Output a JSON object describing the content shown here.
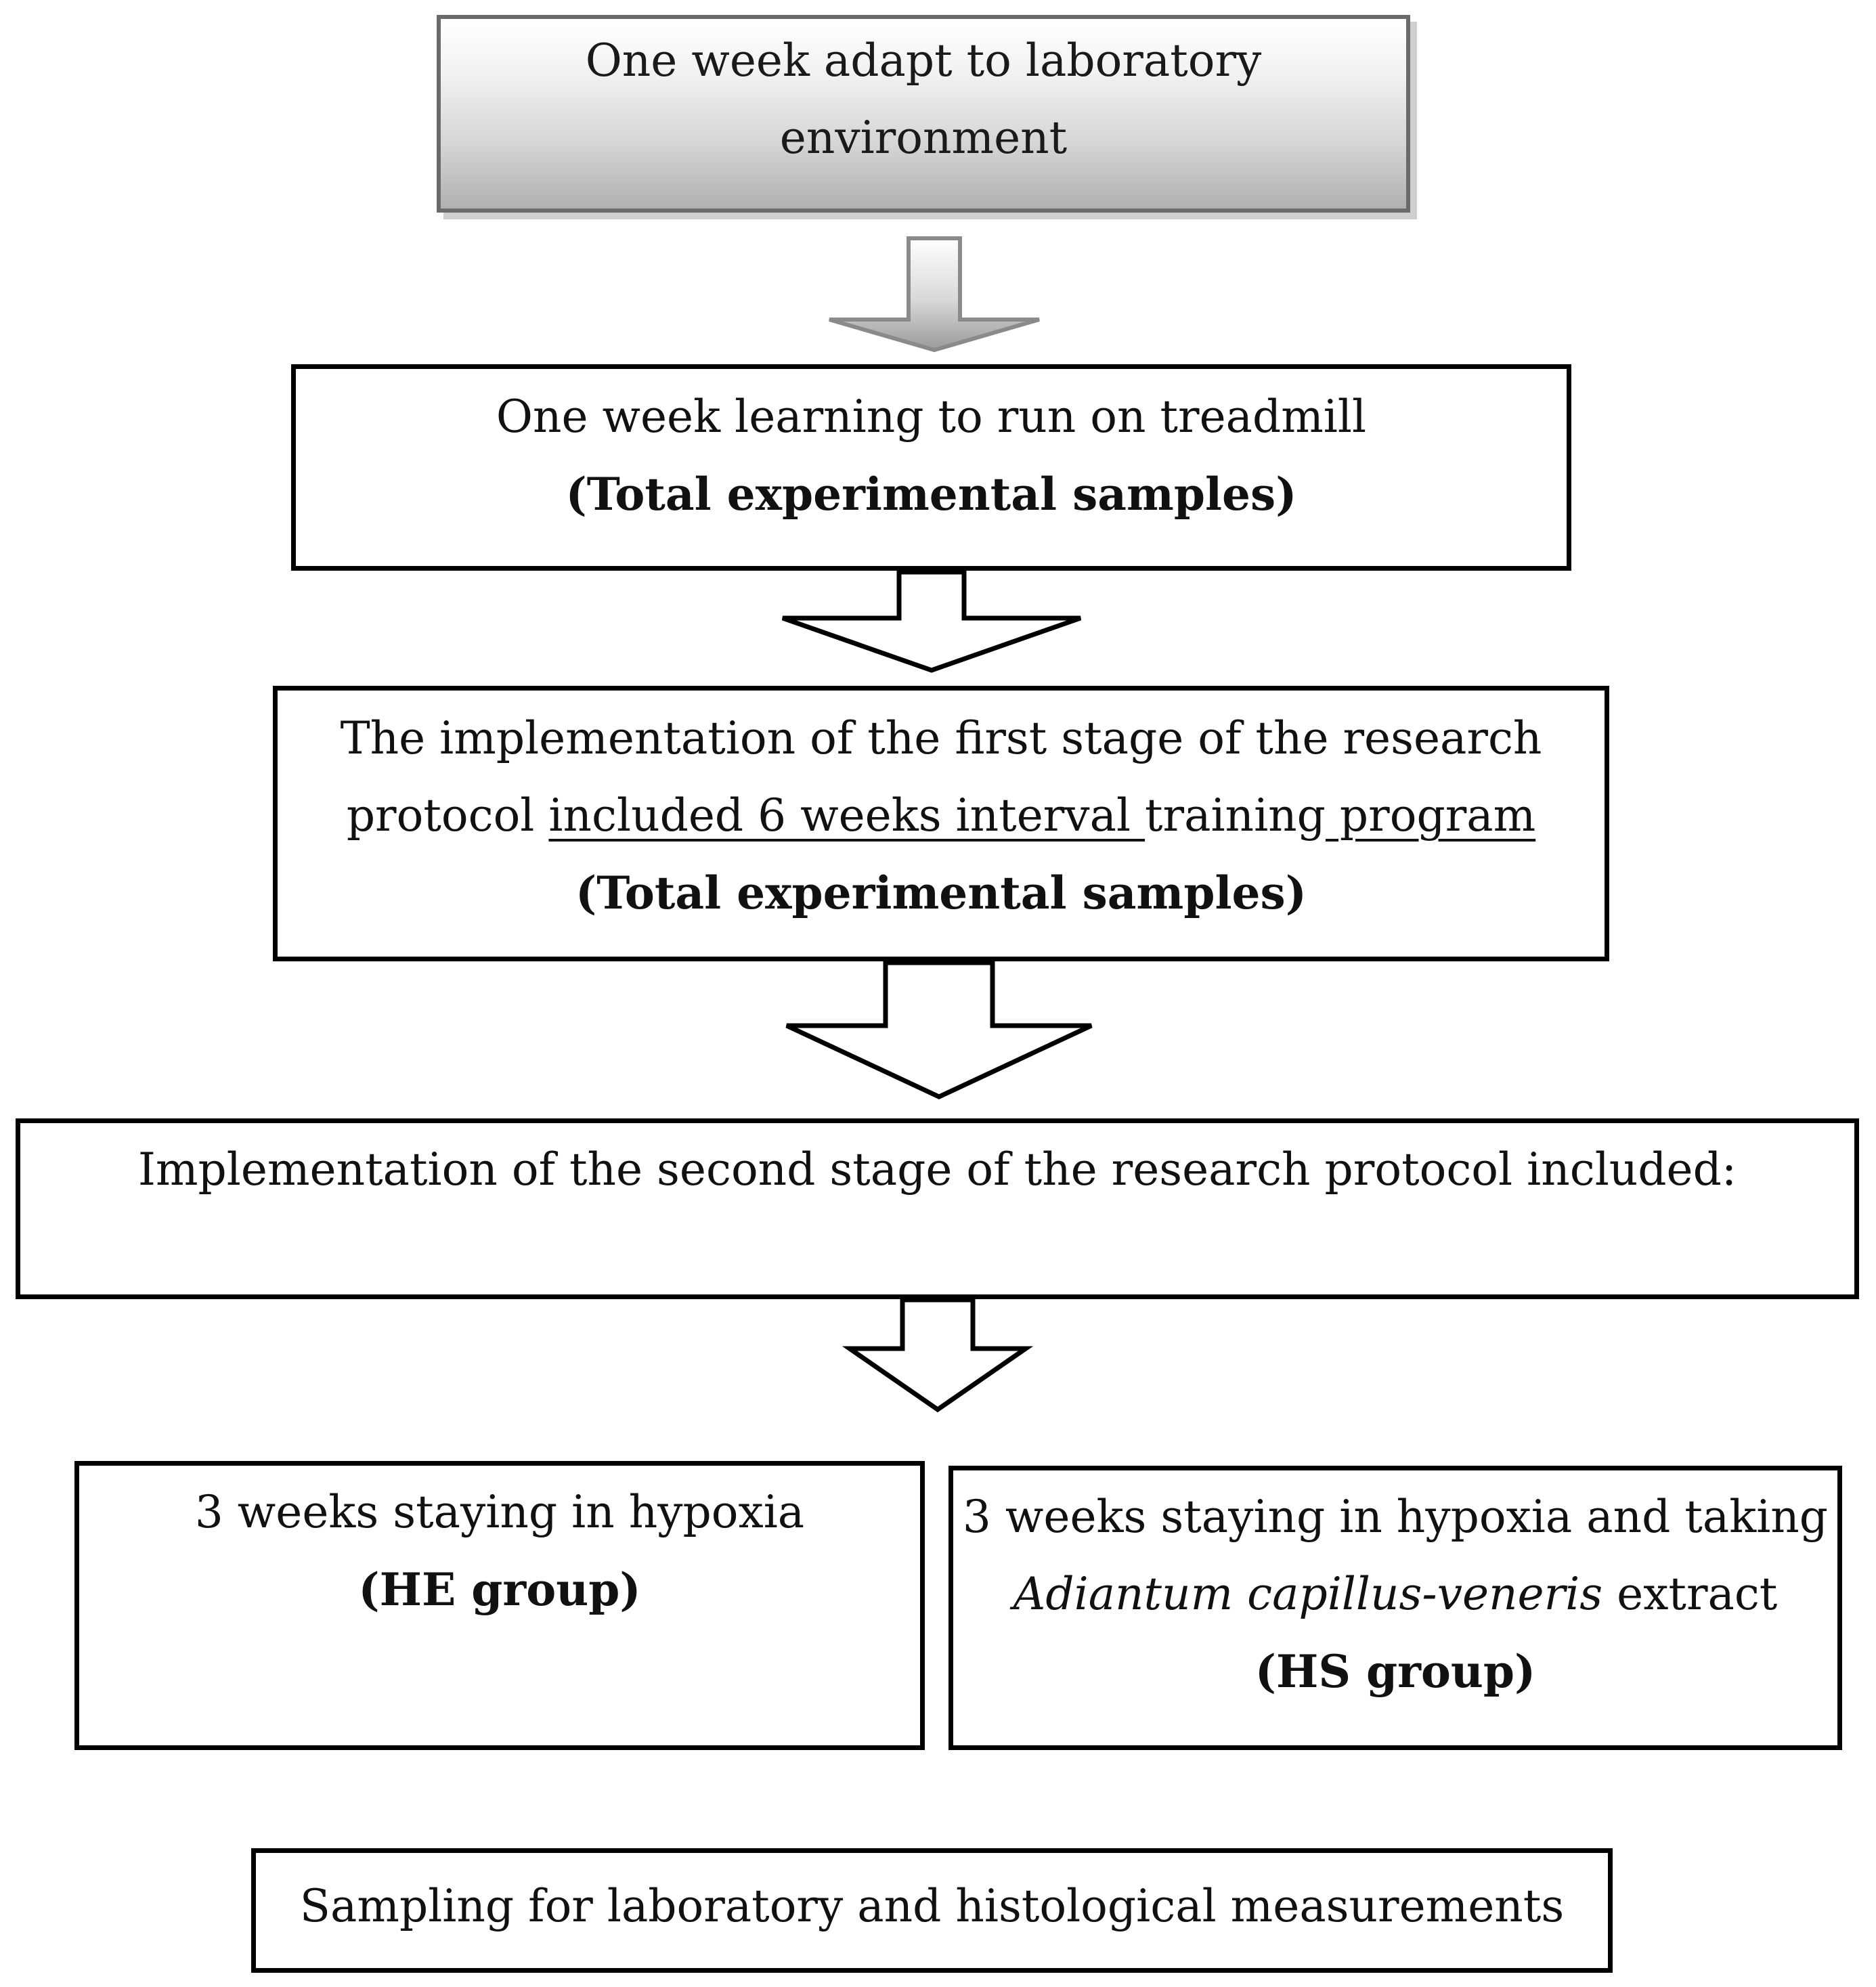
{
  "diagram": {
    "step1": {
      "line1": "One week adapt to laboratory",
      "line2": "environment"
    },
    "step2": {
      "line1": "One week learning to run on treadmill",
      "line2": "(Total experimental samples)"
    },
    "step3": {
      "line1": "The implementation of the first stage of the research",
      "line2_a": "protocol ",
      "line2_b": "included 6 weeks interval ",
      "line2_c": "training",
      "line2_d": " program",
      "line3": "(Total experimental samples)"
    },
    "step4": {
      "line1": "Implementation of the second stage of the research protocol included:"
    },
    "group_he": {
      "line1": "3 weeks staying in hypoxia",
      "line2": "(HE group)"
    },
    "group_hs": {
      "line1": "3 weeks staying in hypoxia and taking",
      "line2_italic": "Adiantum capillus-veneris",
      "line2_rest": " extract",
      "line3": "(HS group)"
    },
    "step5": {
      "line1": "Sampling for laboratory and histological measurements"
    }
  }
}
